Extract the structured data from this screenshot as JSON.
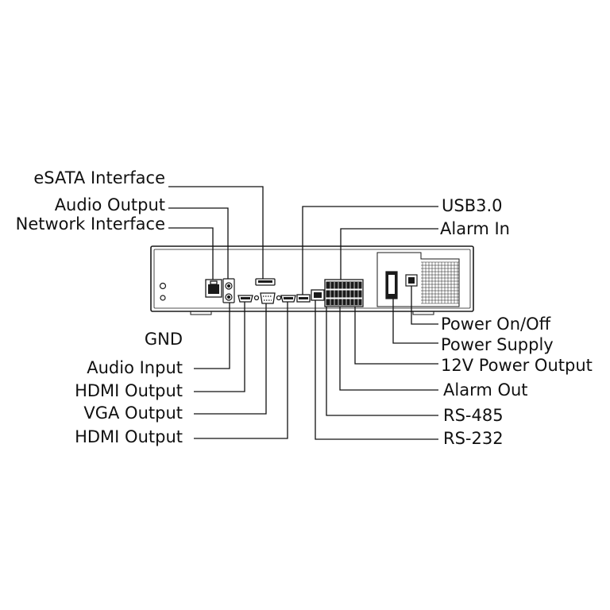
{
  "labels_left": [
    {
      "key": "esata",
      "text": "eSATA Interface"
    },
    {
      "key": "audio_out",
      "text": "Audio Output"
    },
    {
      "key": "network",
      "text": "Network Interface"
    },
    {
      "key": "gnd",
      "text": "GND"
    },
    {
      "key": "audio_in",
      "text": "Audio Input"
    },
    {
      "key": "hdmi1",
      "text": "HDMI Output"
    },
    {
      "key": "vga",
      "text": "VGA Output"
    },
    {
      "key": "hdmi2",
      "text": "HDMI Output"
    }
  ],
  "labels_right": [
    {
      "key": "usb",
      "text": "USB3.0"
    },
    {
      "key": "alarm_in",
      "text": "Alarm In"
    },
    {
      "key": "power_switch",
      "text": "Power On/Off"
    },
    {
      "key": "power_supply",
      "text": "Power Supply"
    },
    {
      "key": "power_out",
      "text": "12V Power Output"
    },
    {
      "key": "alarm_out",
      "text": "Alarm Out"
    },
    {
      "key": "rs485",
      "text": "RS-485"
    },
    {
      "key": "rs232",
      "text": "RS-232"
    }
  ],
  "colors": {
    "line": "#111111",
    "device": "#1a1a1a",
    "fill": "#ffffff"
  }
}
